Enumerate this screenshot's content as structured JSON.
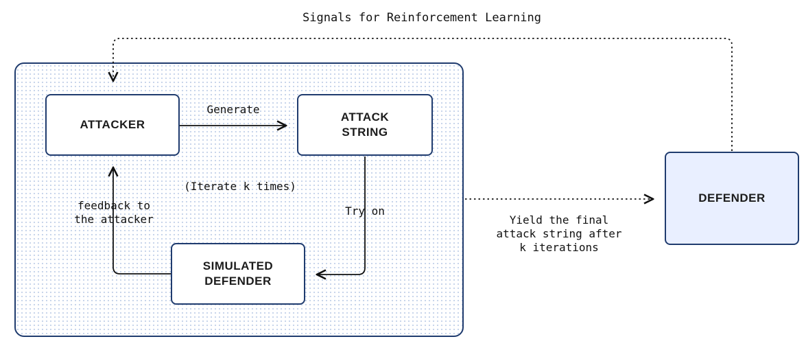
{
  "title": "Signals for Reinforcement Learning",
  "nodes": {
    "attacker": "ATTACKER",
    "attack_string": "ATTACK\nSTRING",
    "simulated_defender": "SIMULATED\nDEFENDER",
    "defender": "DEFENDER"
  },
  "edges": {
    "generate": "Generate",
    "try_on": "Try on",
    "feedback": "feedback to\nthe attacker",
    "iterate": "(Iterate k times)",
    "yield": "Yield the final\nattack string after\nk iterations"
  },
  "colors": {
    "border": "#1f3b6e",
    "defender_fill": "#e9efff",
    "dot_pattern": "#c5d3ea",
    "arrow": "#111111"
  }
}
